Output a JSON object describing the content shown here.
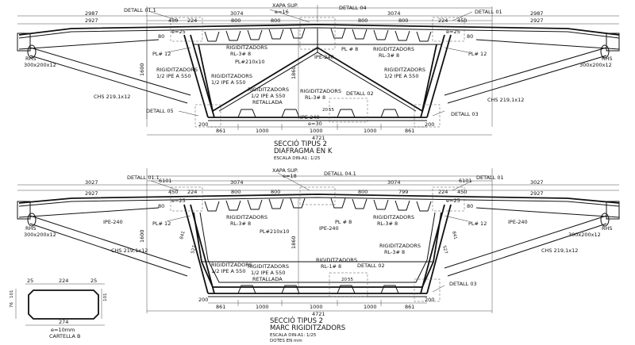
{
  "top": {
    "title": "SECCIÓ TIPUS 2",
    "subtitle": "DIAFRAGMA EN K",
    "scale": "ESCALA DIN-A1: 1/25",
    "labels": {
      "xapa_sup": "XAPA SUP.",
      "e16": "e=16",
      "detall_011": "DETALL 01.1",
      "detall_01": "DETALL 01",
      "detall_04": "DETALL 04",
      "detall_05": "DETALL 05",
      "detall_02": "DETALL 02",
      "detall_03": "DETALL 03",
      "e25a": "e=25",
      "e25b": "e=25",
      "pl12a": "PL# 12",
      "pl12b": "PL# 12",
      "rhs_left": "RHS",
      "rhs_left2": "300x200x12",
      "rhs_right": "RHS",
      "rhs_right2": "300x200x12",
      "chs_left": "CHS 219,1x12",
      "chs_right": "CHS 219,1x12",
      "rig_a1": "RIGIDITZADORS",
      "rig_a2": "RL-3# 8",
      "pl210": "PL#210x10",
      "ipe240": "IPE-240",
      "pl8": "PL # 8",
      "rig_b1": "RIGIDITZADORS",
      "rig_b2": "RL-3# 8",
      "rig_c1": "RIGIDITZADORS",
      "rig_c2": "1/2 IPE A 550",
      "rig_d1": "RIGIDITZADORS",
      "rig_d2": "1/2 IPE A 550",
      "rig_e1": "RIGIDITZADORS",
      "rig_e2": "1/2 IPE A 550",
      "rig_e3": "RETALLADA",
      "rig_f1": "RIGIDITZADORS",
      "rig_f2": "RL-3# 8",
      "ipe240v": "IPE-240",
      "e30": "e=30",
      "d2987a": "2987",
      "d2927a": "2927",
      "d3074a": "3074",
      "d3074b": "3074",
      "d2987b": "2987",
      "d2927b": "2927",
      "d450a": "450",
      "d224a": "224",
      "d800a": "800",
      "d800b": "800",
      "d800c": "800",
      "d800d": "800",
      "d224b": "224",
      "d450b": "450",
      "d861a": "861",
      "d1000a": "1000",
      "d1000b": "1000",
      "d1000c": "1000",
      "d861b": "861",
      "d200a": "200",
      "d200b": "200",
      "d4721": "4721",
      "d1600": "1600",
      "d1860": "1860",
      "d80a": "80",
      "d80b": "80",
      "d20": "20",
      "d55": "55"
    }
  },
  "bottom": {
    "title": "SECCIÓ TIPUS 2",
    "subtitle": "MARC RIGIDITZADORS",
    "scale": "ESCALA DIN-A1: 1/25",
    "units": "DOTES EN mm",
    "labels": {
      "xapa_sup": "XAPA SUP.",
      "e18": "e=18",
      "detall_011": "DETALL 01.1",
      "detall_041": "DETALL 04.1",
      "detall_01": "DETALL 01",
      "detall_02": "DETALL 02",
      "detall_03": "DETALL 03",
      "d6101a": "6101",
      "d6101b": "6101",
      "d3027a": "3027",
      "d2927a": "2927",
      "d3074a": "3074",
      "d3074b": "3074",
      "d3027b": "3027",
      "d2927b": "2927",
      "d450a": "450",
      "d224a": "224",
      "d800a": "800",
      "d800b": "800",
      "d800c": "800",
      "d799": "799",
      "d224b": "224",
      "d450b": "450",
      "e25a": "e=25",
      "e25b": "e=25",
      "pl12a": "PL# 12",
      "pl12b": "PL# 12",
      "ipe240a": "IPE-240",
      "ipe240b": "IPE-240",
      "ipe240c": "IPE-240",
      "rhs_left": "RHS",
      "rhs_left2": "300x200x12",
      "rhs_right": "RHS",
      "rhs_right2": "300x200x12",
      "chs_left": "CHS 219,1x12",
      "chs_right": "CHS 219,1x12",
      "rig_a1": "RIGIDITZADORS",
      "rig_a2": "RL-3# 8",
      "pl210": "PL#210x10",
      "pl8": "PL # 8",
      "rig_b1": "RIGIDITZADORS",
      "rig_b2": "RL-3# 8",
      "rig_c1": "RIGIDITZADORS",
      "rig_c2": "RL-3# 8",
      "rig_d1": "RIGIDITZADORS",
      "rig_d2": "1/2 IPE A 550",
      "rig_e1": "RIGIDITZADORS",
      "rig_e2": "1/2 IPE A 550",
      "rig_e3": "RETALLADA",
      "rig_f1": "RIGIDITZADORS",
      "rig_f2": "RL-1# 8",
      "d861a": "861",
      "d1000a": "1000",
      "d1000b": "1000",
      "d1000c": "1000",
      "d861b": "861",
      "d200a": "200",
      "d200b": "200",
      "d4721": "4721",
      "d1600": "1600",
      "d1860": "1860",
      "d80a": "80",
      "d80b": "80",
      "d20": "20",
      "d55": "55",
      "d527a": "527",
      "d527b": "527",
      "d841a": "841",
      "d841b": "841"
    }
  },
  "cartella": {
    "title": "CARTELLA B",
    "thickness": "e=10mm",
    "d25a": "25",
    "d224": "224",
    "d25b": "25",
    "d274": "274",
    "d101a": "101",
    "d76": "76",
    "d101b": "101"
  }
}
